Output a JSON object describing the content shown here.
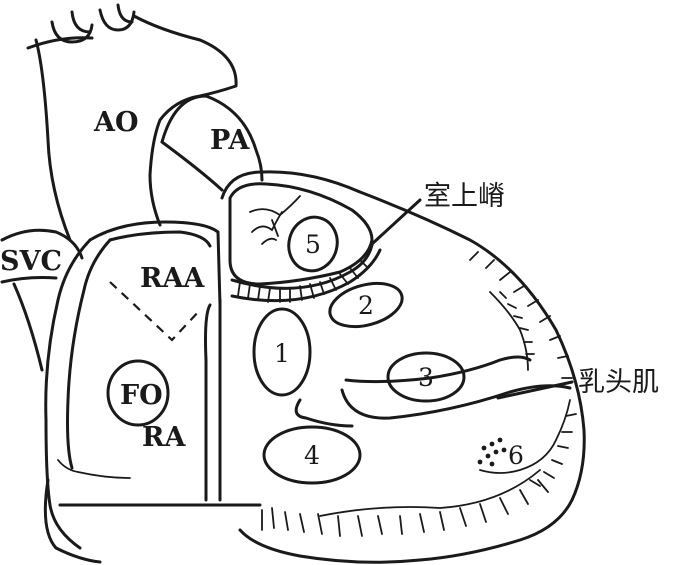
{
  "labels": {
    "ao": "AO",
    "pa": "PA",
    "svc": "SVC",
    "raa": "RAA",
    "fo": "FO",
    "ra": "RA",
    "crista": "室上嵴",
    "papillary": "乳头肌",
    "n1": "1",
    "n2": "2",
    "n3": "3",
    "n4": "4",
    "n5": "5",
    "n6": "6"
  }
}
